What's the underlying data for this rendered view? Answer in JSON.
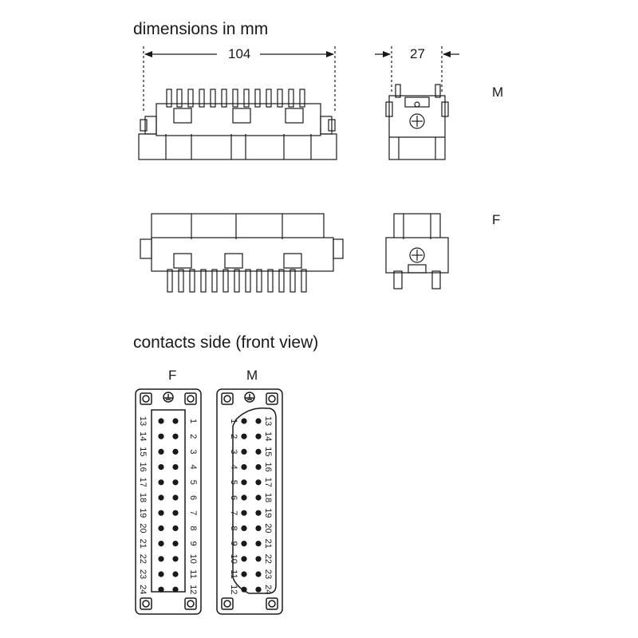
{
  "headings": {
    "dimensions": "dimensions in mm",
    "contacts": "contacts side (front view)"
  },
  "dimensions": {
    "length": "104",
    "width": "27"
  },
  "variants": {
    "male": "M",
    "female": "F"
  },
  "face_labels": {
    "female": "F",
    "male": "M"
  },
  "contacts": {
    "count": 24,
    "female_outer_column": [
      "13",
      "14",
      "15",
      "16",
      "17",
      "18",
      "19",
      "20",
      "21",
      "22",
      "23",
      "24"
    ],
    "female_inner_column": [
      "1",
      "2",
      "3",
      "4",
      "5",
      "6",
      "7",
      "8",
      "9",
      "10",
      "11",
      "12"
    ],
    "male_outer_column": [
      "1",
      "2",
      "3",
      "4",
      "5",
      "6",
      "7",
      "8",
      "9",
      "10",
      "11",
      "12"
    ],
    "male_inner_column": [
      "13",
      "14",
      "15",
      "16",
      "17",
      "18",
      "19",
      "20",
      "21",
      "22",
      "23",
      "24"
    ]
  },
  "colors": {
    "stroke": "#1a1a1a",
    "background": "#ffffff"
  }
}
